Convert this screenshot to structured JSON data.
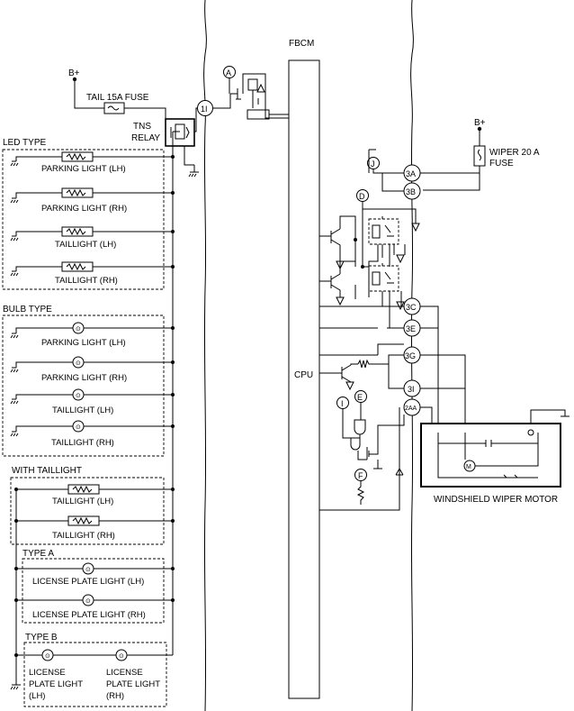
{
  "module": {
    "name": "FBCM",
    "cpu": "CPU"
  },
  "power": {
    "bplus_1": "B+",
    "bplus_2": "B+"
  },
  "fuses": {
    "tail": "TAIL 15A FUSE",
    "wiper_line1": "WIPER 20 A",
    "wiper_line2": "FUSE"
  },
  "relay": {
    "line1": "TNS",
    "line2": "RELAY"
  },
  "connectors": {
    "c1I": "1I",
    "c3A": "3A",
    "c3B": "3B",
    "c3C": "3C",
    "c3E": "3E",
    "c3G": "3G",
    "c3I": "3I",
    "c2AA": "2AA"
  },
  "points": {
    "A": "A",
    "D": "D",
    "E": "E",
    "F": "F",
    "I": "I",
    "J": "J"
  },
  "groups": {
    "led": {
      "title": "LED TYPE",
      "items": [
        "PARKING LIGHT (LH)",
        "PARKING LIGHT (RH)",
        "TAILLIGHT (LH)",
        "TAILLIGHT (RH)"
      ]
    },
    "bulb": {
      "title": "BULB TYPE",
      "items": [
        "PARKING LIGHT (LH)",
        "PARKING LIGHT (RH)",
        "TAILLIGHT (LH)",
        "TAILLIGHT (RH)"
      ]
    },
    "with_taillight": {
      "title": "WITH TAILLIGHT",
      "items": [
        "TAILLIGHT (LH)",
        "TAILLIGHT (RH)"
      ]
    },
    "type_a": {
      "title": "TYPE A",
      "items": [
        "LICENSE PLATE LIGHT (LH)",
        "LICENSE PLATE LIGHT (RH)"
      ]
    },
    "type_b": {
      "title": "TYPE B",
      "lh": [
        "LICENSE",
        "PLATE LIGHT",
        "(LH)"
      ],
      "rh": [
        "LICENSE",
        "PLATE LIGHT",
        "(RH)"
      ]
    }
  },
  "motor": {
    "label": "WINDSHIELD WIPER MOTOR",
    "symbol": "M"
  }
}
